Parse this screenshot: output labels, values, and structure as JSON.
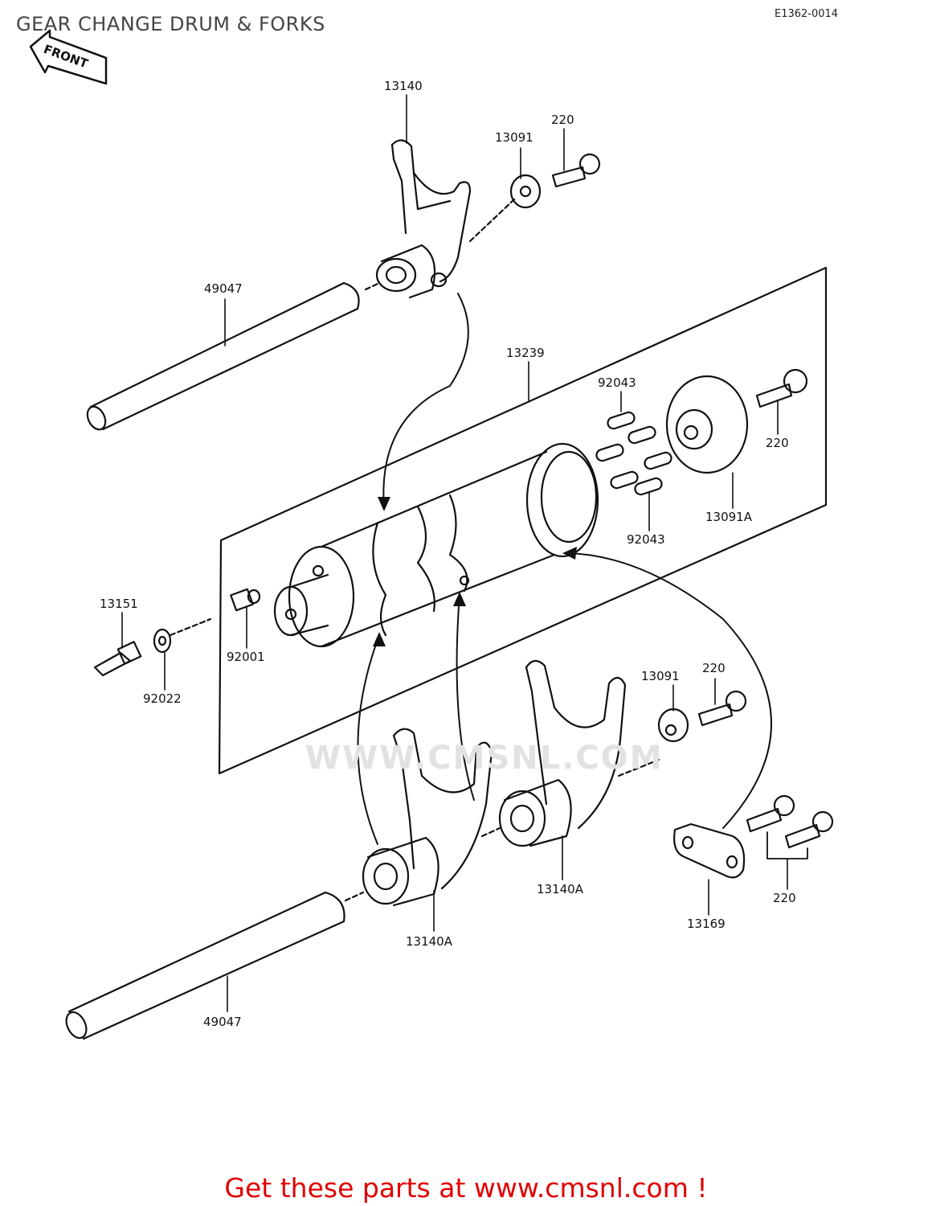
{
  "header": {
    "title": "GEAR CHANGE DRUM & FORKS",
    "diagram_code": "E1362-0014",
    "front_arrow": "FRONT"
  },
  "watermark": "WWW.CMSNL.COM",
  "parts": {
    "fork_top": "13140",
    "washer_top": "13091",
    "bolt_top": "220",
    "shaft_top": "49047",
    "drum": "13239",
    "pins_top": "92043",
    "plate": "13091A",
    "bolt_right": "220",
    "pins_bottom": "92043",
    "switch": "13151",
    "plug": "92001",
    "gasket": "92022",
    "washer_bottom": "13091",
    "bolt_bottom": "220",
    "fork_mid": "13140A",
    "fork_low": "13140A",
    "stopper": "13169",
    "bolts_stopper": "220",
    "shaft_bottom": "49047"
  },
  "footer": {
    "cta": "Get these parts at www.cmsnl.com !"
  }
}
